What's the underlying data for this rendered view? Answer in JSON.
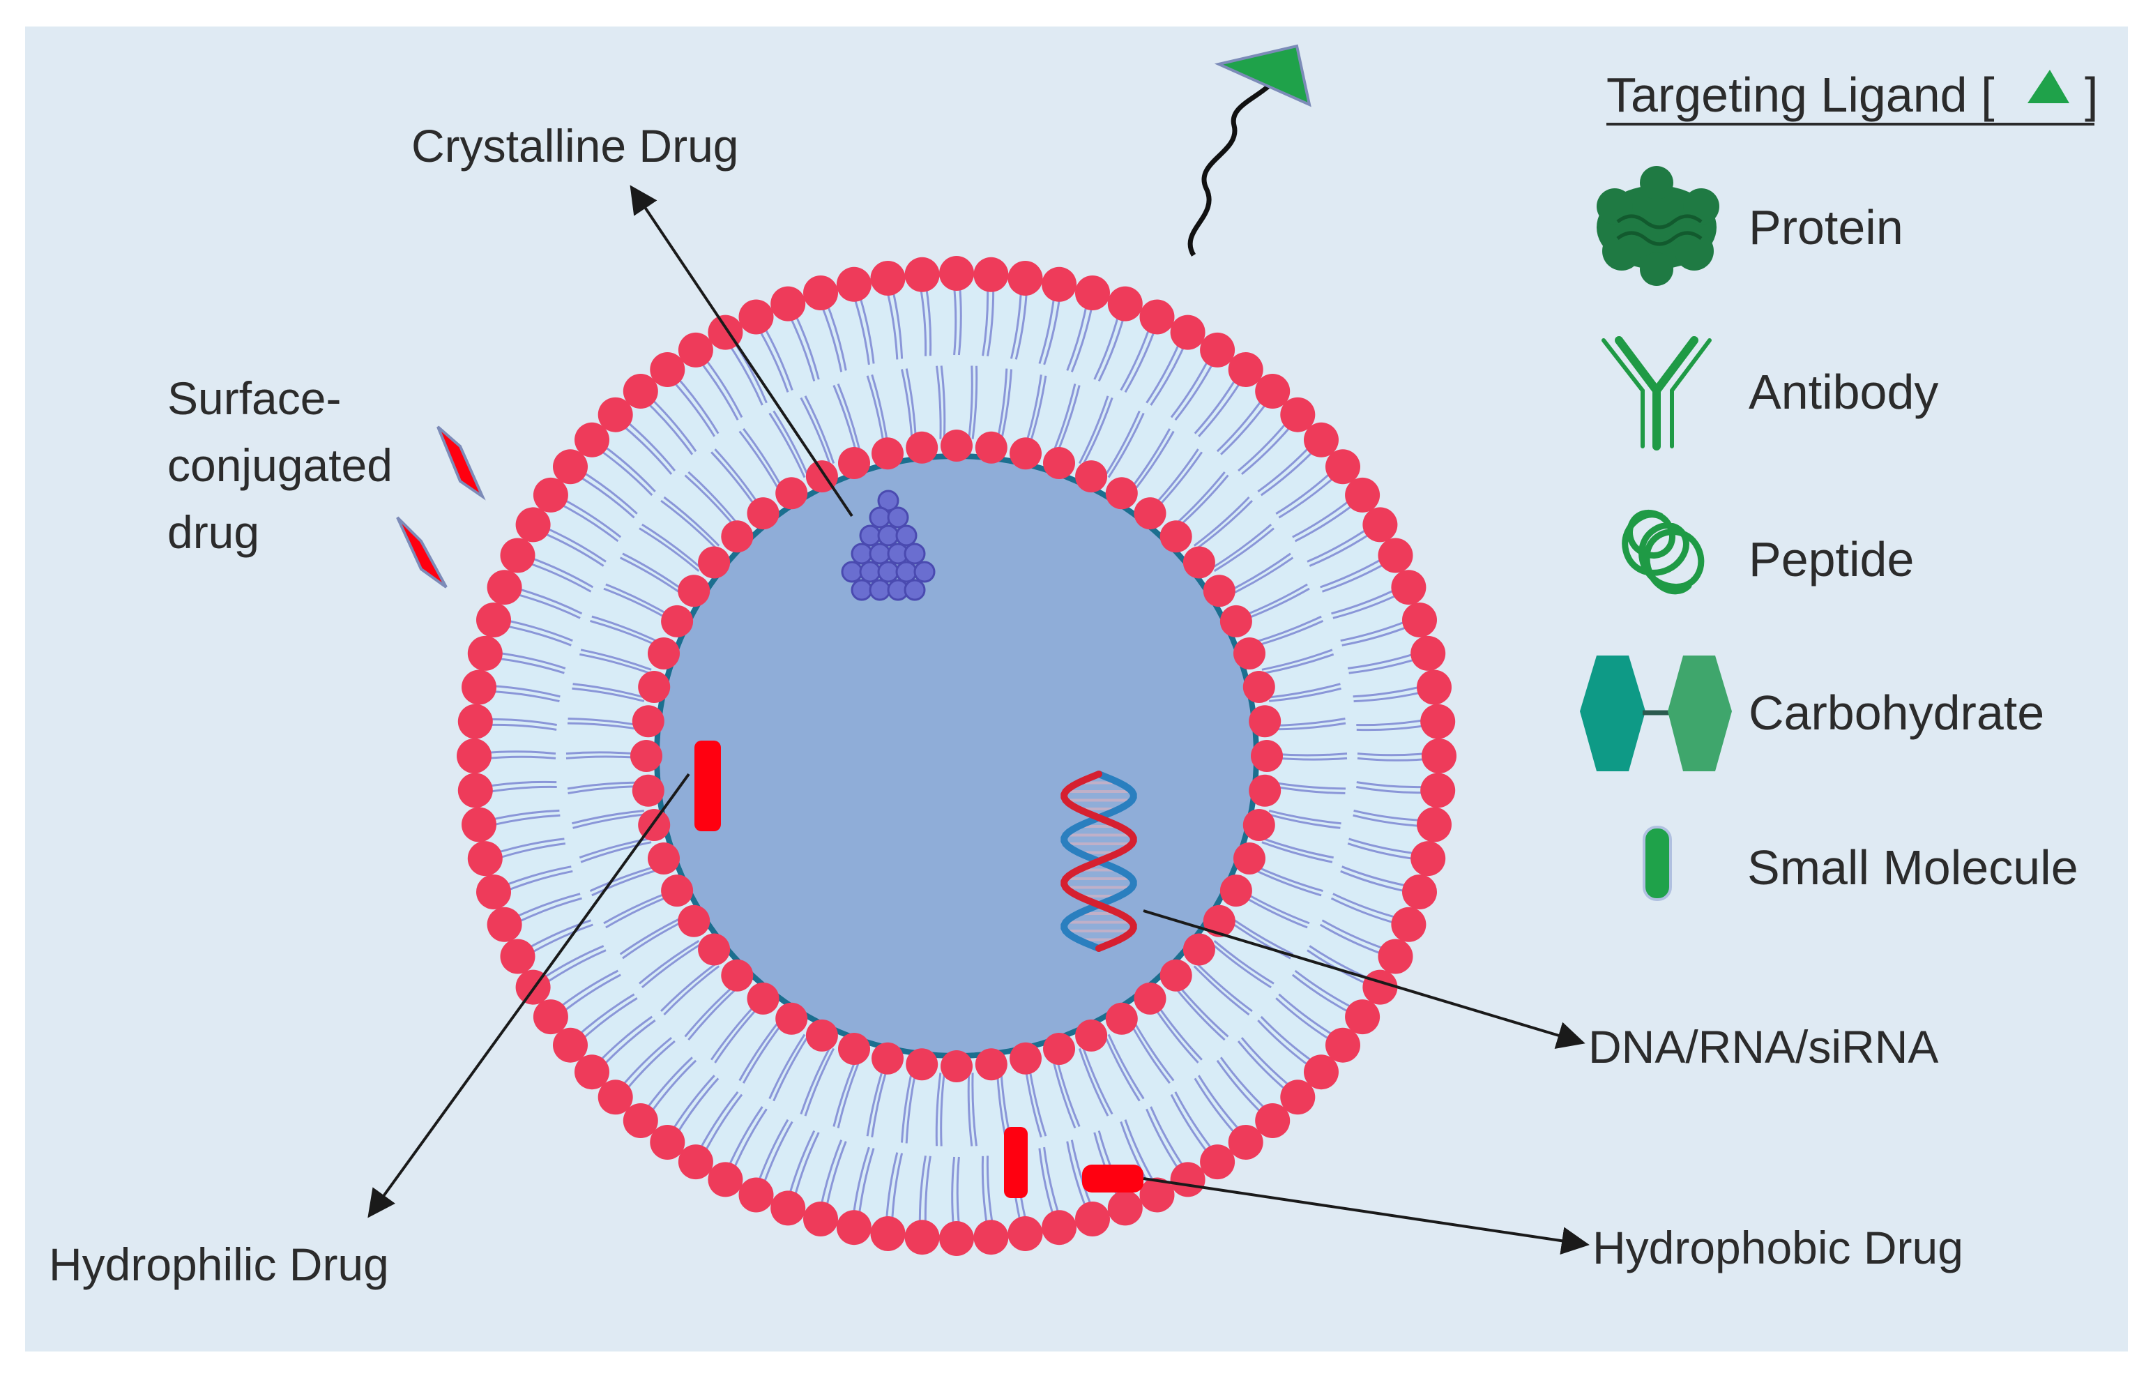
{
  "labels": {
    "crystalline_drug": "Crystalline Drug",
    "surface_conjugated_line1": "Surface-",
    "surface_conjugated_line2": "conjugated",
    "surface_conjugated_line3": "drug",
    "hydrophilic_drug": "Hydrophilic Drug",
    "hydrophobic_drug": "Hydrophobic Drug",
    "dna_rna": "DNA/RNA/siRNA"
  },
  "legend": {
    "title": "Targeting Ligand [",
    "title_close": "]",
    "items": [
      {
        "label": "Protein",
        "icon": "protein-icon"
      },
      {
        "label": "Antibody",
        "icon": "antibody-icon"
      },
      {
        "label": "Peptide",
        "icon": "peptide-icon"
      },
      {
        "label": "Carbohydrate",
        "icon": "carbohydrate-icon"
      },
      {
        "label": "Small Molecule",
        "icon": "small-molecule-icon"
      }
    ]
  },
  "colors": {
    "panel_bg": "#dfeaf3",
    "lipid_head": "#ee3b5a",
    "lipid_tail": "#8a96d8",
    "bilayer_fill": "#d8ecf7",
    "core_fill": "#8fadd8",
    "core_border": "#1b6f8f",
    "drug_red": "#ff0010",
    "ligand_green": "#1fa24a",
    "legend_green": "#1f8f45",
    "dna_red": "#d62030",
    "dna_blue": "#2a7fbf"
  }
}
